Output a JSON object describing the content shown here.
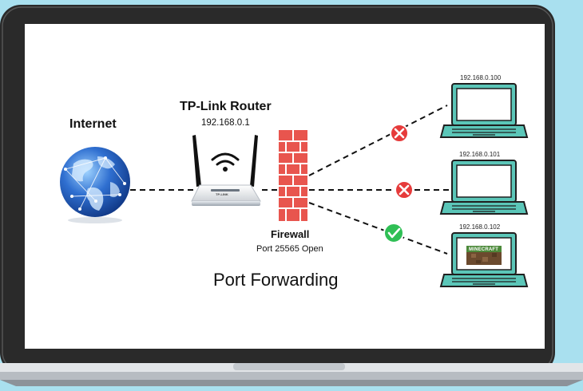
{
  "labels": {
    "internet": "Internet",
    "router_title": "TP-Link Router",
    "router_ip": "192.168.0.1",
    "router_brand": "TP-LINK",
    "firewall_title": "Firewall",
    "firewall_port": "Port 25565 Open",
    "diagram_title": "Port Forwarding",
    "game_logo": "MINECRAFT"
  },
  "computers": [
    {
      "ip": "192.168.0.100",
      "status": "blocked"
    },
    {
      "ip": "192.168.0.101",
      "status": "blocked"
    },
    {
      "ip": "192.168.0.102",
      "status": "allowed"
    }
  ],
  "colors": {
    "background": "#a9e0ef",
    "laptop_bezel": "#2a2a2a",
    "screen": "#ffffff",
    "brick": "#e8554e",
    "computer": "#5bc6b8",
    "blocked": "#e63b3b",
    "allowed": "#2fbf55"
  },
  "icons": {
    "internet": "globe-icon",
    "router": "router-icon",
    "firewall": "firewall-icon",
    "computer": "laptop-icon",
    "blocked": "x-mark-icon",
    "allowed": "check-mark-icon"
  }
}
